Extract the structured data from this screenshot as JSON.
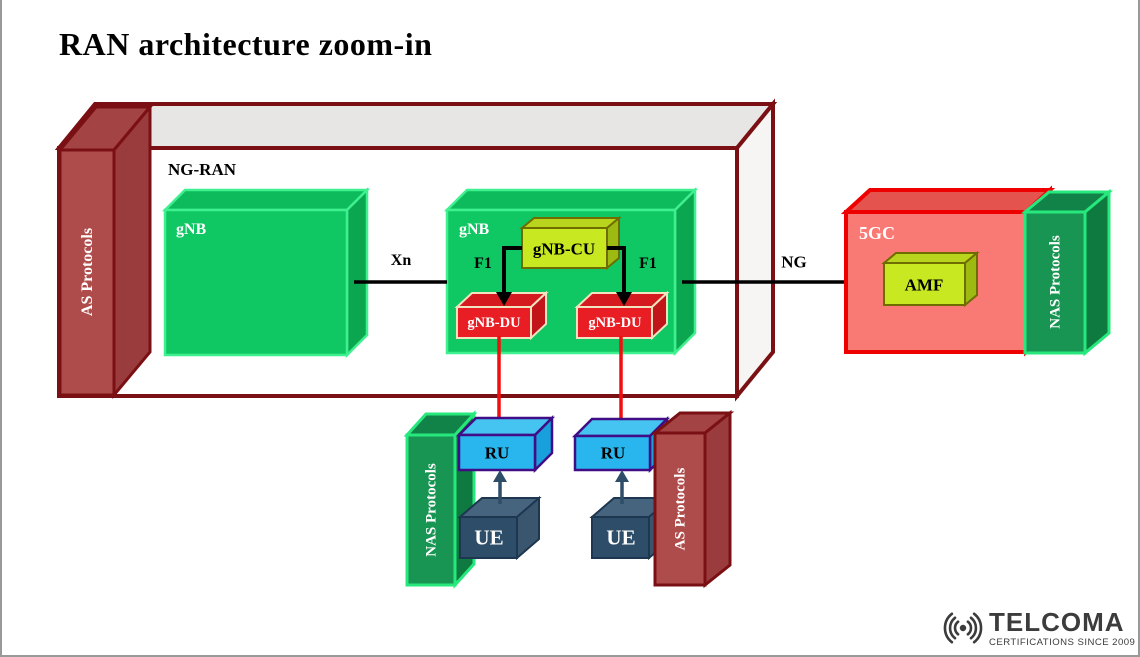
{
  "title": "RAN architecture zoom-in",
  "container": {
    "label": "NG-RAN"
  },
  "nodes": {
    "gnb1": {
      "label": "gNB"
    },
    "gnb2": {
      "label": "gNB"
    },
    "gnb_cu": {
      "label": "gNB-CU"
    },
    "gnb_du_left": {
      "label": "gNB-DU"
    },
    "gnb_du_right": {
      "label": "gNB-DU"
    },
    "ru_left": {
      "label": "RU"
    },
    "ru_right": {
      "label": "RU"
    },
    "ue_left": {
      "label": "UE"
    },
    "ue_right": {
      "label": "UE"
    },
    "core": {
      "label": "5GC"
    },
    "amf": {
      "label": "AMF"
    }
  },
  "interfaces": {
    "xn": "Xn",
    "f1_left": "F1",
    "f1_right": "F1",
    "ng": "NG"
  },
  "protocols": {
    "as_top_left": "AS Protocols",
    "nas_bottom_left": "NAS Protocols",
    "as_bottom_right": "AS Protocols",
    "nas_core": "NAS Protocols"
  },
  "logo": {
    "name": "TELCOMA",
    "tagline": "CERTIFICATIONS SINCE 2009"
  },
  "colors": {
    "frame_border": "#999999",
    "dark_red": "#7a1013",
    "maroon_face": "#ae4c4b",
    "maroon_top": "#a34343",
    "maroon_side": "#9a3b3d",
    "container_face": "#ffffff",
    "container_top": "#e7e6e4",
    "container_side": "#f6f5f4",
    "green_edge": "#3ff08f",
    "green_face": "#0fc863",
    "green_top": "#0dba5c",
    "green_side": "#0ba750",
    "dgreen_edge": "#27e87d",
    "dgreen_face": "#189552",
    "dgreen_top": "#118348",
    "dgreen_side": "#0e7a40",
    "yellow_edge": "#6f6d00",
    "yellow_face": "#c8e821",
    "yellow_top": "#b8d41c",
    "yellow_side": "#9dba12",
    "red_edge": "#f2e3c0",
    "red_face": "#e81e24",
    "red_top": "#d41a1f",
    "red_side": "#c1151a",
    "core_edge": "#ee0000",
    "core_face": "#f97a75",
    "core_top": "#e4534e",
    "core_side": "#e05450",
    "cyan_edge": "#410d86",
    "cyan_face": "#29b6ee",
    "cyan_top": "#45c4f2",
    "cyan_side": "#18a0dc",
    "slate_edge": "#1e3750",
    "slate_face": "#2e4d68",
    "slate_top": "#47647f",
    "slate_side": "#3a566f",
    "line_black": "#000000",
    "line_red": "#f10e0e",
    "arrow_ue": "#2e4d68",
    "logo_color": "#3c3c3c"
  }
}
